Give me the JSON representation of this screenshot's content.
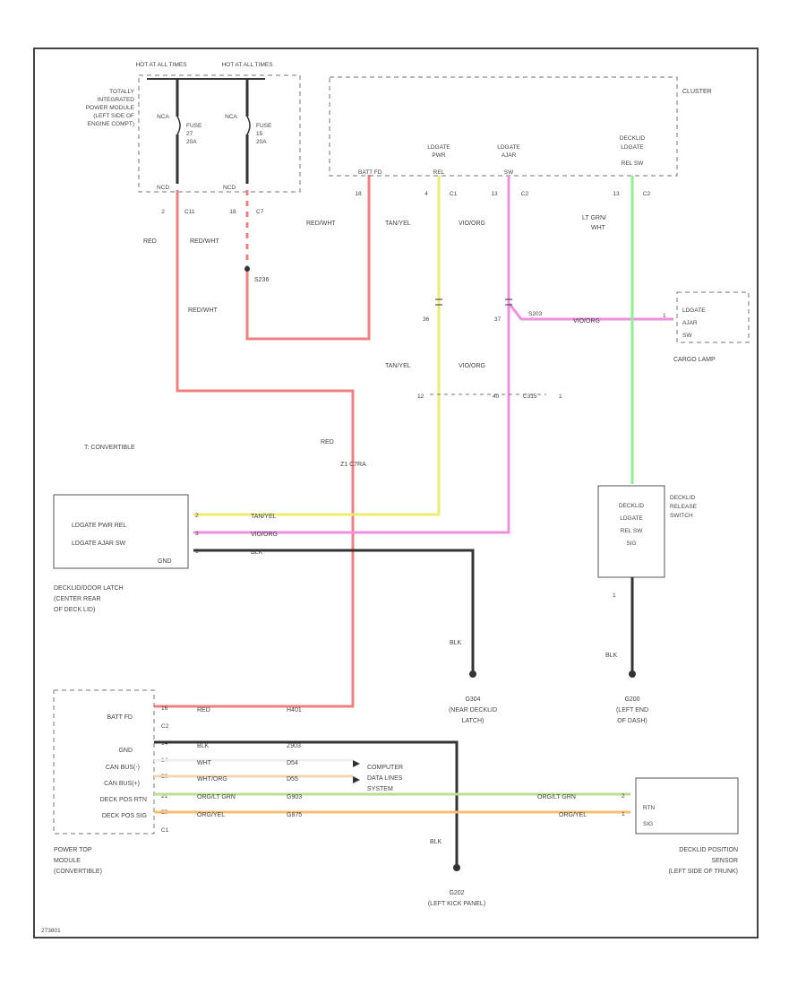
{
  "colors": {
    "red": "#f08080",
    "yellow": "#ecec70",
    "pink": "#f08ee0",
    "green": "#8ef08e",
    "orange": "#f4c070",
    "olive": "#b8e090",
    "black": "#333333",
    "frame": "#444444"
  },
  "tipm": {
    "hot1": "HOT AT ALL TIMES",
    "hot2": "HOT AT ALL TIMES",
    "title": [
      "TOTALLY",
      "INTEGRATED",
      "POWER MODULE",
      "(LEFT SIDE OF",
      "ENGINE COMPT)"
    ],
    "nca1": "NCA",
    "nca2": "NCA",
    "fuse1": [
      "FUSE",
      "27",
      "20A"
    ],
    "fuse2": [
      "FUSE",
      "15",
      "20A"
    ],
    "pin1": "NCD",
    "pin2": "NCD",
    "c_pin1": "2",
    "c_conn1": "C11",
    "c_pin2": "18",
    "c_conn2": "C7"
  },
  "wires_left": {
    "red1": "RED",
    "redwht1": "RED/WHT",
    "splice": "S236",
    "redwht2": "RED/WHT",
    "redwht3": "RED/WHT",
    "red2": "RED",
    "z1": "Z1 C7RA"
  },
  "cluster": {
    "title": "CLUSTER",
    "batt_label": "BATT FD",
    "pin_batt": "18",
    "ldgate_pwr": [
      "LDGATE",
      "PWR",
      "REL"
    ],
    "pin_pwr": "4",
    "conn_pwr": "C1",
    "ldgate_ajar": [
      "LDGATE",
      "AJAR",
      "SW"
    ],
    "pin_ajar": "13",
    "conn_ajar": "C2",
    "decklid_lgt": [
      "DECKLID",
      "LDGATE",
      "REL SW"
    ],
    "pin_deck": "13",
    "conn_deck": "C2"
  },
  "mid_labels": {
    "tanyel1": "TAN/YEL",
    "violorg1": "VIO/ORG",
    "ltgrnwht": [
      "LT GRN/",
      "WHT"
    ],
    "pin36": "36",
    "pin37": "37",
    "s203": "S203",
    "violorg2": "VIO/ORG",
    "tanyel2": "TAN/YEL",
    "violorg3": "VIO/ORG",
    "pin12": "12",
    "pin40": "40",
    "c315": "C315",
    "c315_pin": "1",
    "convertible": "T: CONVERTIBLE"
  },
  "cargo": {
    "pin": "1",
    "lines": [
      "LDGATE",
      "AJAR",
      "SW"
    ],
    "title": "CARGO LAMP"
  },
  "latch": {
    "rows": [
      "LDGATE PWR REL",
      "LDGATE AJAR SW",
      "GND"
    ],
    "pins": [
      "2",
      "3",
      "1"
    ],
    "wire_tanyel": "TAN/YEL",
    "wire_violorg": "VIO/ORG",
    "wire_blk": "BLK",
    "title": [
      "DECKLID/DOOR LATCH",
      "(CENTER REAR",
      "OF DECK LID)"
    ],
    "gnd_wire": "BLK",
    "gnd_title": [
      "G304",
      "(NEAR DECKLID",
      "LATCH)"
    ]
  },
  "release": {
    "lines": [
      "DECKLID",
      "LDGATE",
      "REL SW",
      "SIG"
    ],
    "title": [
      "DECKLID",
      "RELEASE",
      "SWITCH"
    ],
    "pin": "1",
    "gnd_wire": "BLK",
    "gnd_title": [
      "G200",
      "(LEFT END",
      "OF DASH)"
    ]
  },
  "ptm": {
    "batt": "BATT FD",
    "c2": "C2",
    "rows": [
      "GND",
      "CAN BUS(-)",
      "CAN BUS(+)",
      "DECK POS RTN",
      "DECK POS SIG"
    ],
    "pins": [
      "16",
      "14",
      "14",
      "20",
      "21",
      "20"
    ],
    "c1": "C1",
    "title": [
      "POWER TOP",
      "MODULE",
      "(CONVERTIBLE)"
    ],
    "w_batt": "RED",
    "c_batt": "H401",
    "w_gnd": "BLK",
    "c_gnd": "Z903",
    "w_canm": "WHT",
    "c_canm": "D54",
    "w_canp": "WHT/ORG",
    "c_canp": "D55",
    "w_rtn": "ORG/LT GRN",
    "c_rtn": "G903",
    "w_sig": "ORG/YEL",
    "c_sig": "G875",
    "computer": [
      "COMPUTER",
      "DATA LINES",
      "SYSTEM"
    ],
    "gnd_wire": "BLK",
    "gnd_title": [
      "G202",
      "(LEFT KICK PANEL)"
    ]
  },
  "sensor": {
    "lines": [
      "RTN",
      "SIG"
    ],
    "w_rtn": "ORG/LT GRN",
    "w_sig": "ORG/YEL",
    "pin_rtn": "2",
    "pin_sig": "1",
    "title": [
      "DECKLID POSITION",
      "SENSOR",
      "(LEFT SIDE OF TRUNK)"
    ]
  },
  "footer": "273801"
}
